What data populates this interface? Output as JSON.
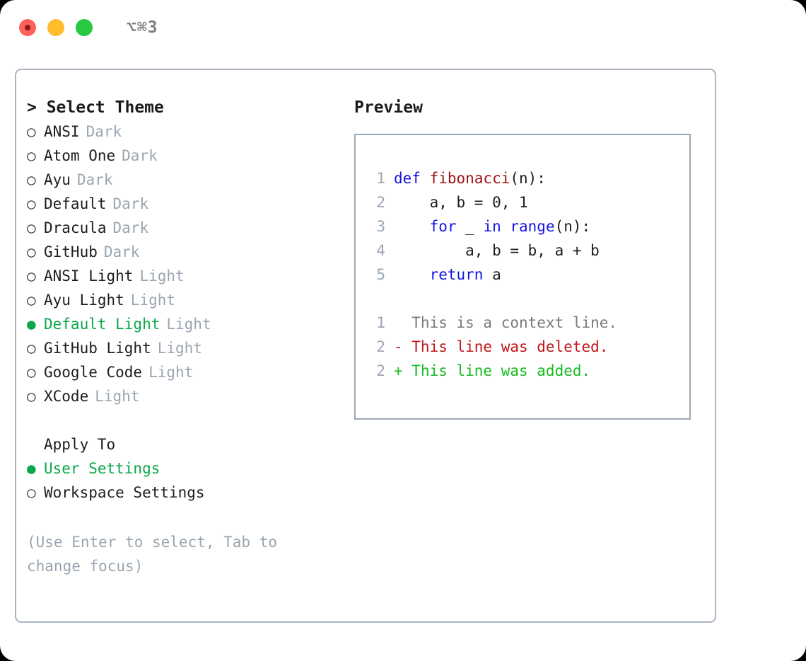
{
  "titlebar": {
    "shortcut": "⌥⌘3",
    "buttons": [
      {
        "name": "close",
        "color": "#ff6059"
      },
      {
        "name": "minimize",
        "color": "#ffbd2e"
      },
      {
        "name": "maximize",
        "color": "#28c840"
      }
    ]
  },
  "theme_panel": {
    "header": "> Select Theme",
    "marker_selected": "●",
    "marker_unselected": "○",
    "accent_color": "#0aa84a",
    "items": [
      {
        "name": "ANSI",
        "kind": "Dark",
        "selected": false
      },
      {
        "name": "Atom One",
        "kind": "Dark",
        "selected": false
      },
      {
        "name": "Ayu",
        "kind": "Dark",
        "selected": false
      },
      {
        "name": "Default",
        "kind": "Dark",
        "selected": false
      },
      {
        "name": "Dracula",
        "kind": "Dark",
        "selected": false
      },
      {
        "name": "GitHub",
        "kind": "Dark",
        "selected": false
      },
      {
        "name": "ANSI Light",
        "kind": "Light",
        "selected": false
      },
      {
        "name": "Ayu Light",
        "kind": "Light",
        "selected": false
      },
      {
        "name": "Default Light",
        "kind": "Light",
        "selected": true
      },
      {
        "name": "GitHub Light",
        "kind": "Light",
        "selected": false
      },
      {
        "name": "Google Code",
        "kind": "Light",
        "selected": false
      },
      {
        "name": "XCode",
        "kind": "Light",
        "selected": false
      }
    ]
  },
  "apply_to": {
    "header": "Apply To",
    "options": [
      {
        "name": "User Settings",
        "selected": true
      },
      {
        "name": "Workspace Settings",
        "selected": false
      }
    ]
  },
  "hint": "(Use Enter to select, Tab to change focus)",
  "preview": {
    "title": "Preview",
    "code_lines": [
      {
        "no": "1",
        "tokens": [
          {
            "t": "def ",
            "c": "kw"
          },
          {
            "t": "fibonacci",
            "c": "fn"
          },
          {
            "t": "(n):",
            "c": "plain"
          }
        ]
      },
      {
        "no": "2",
        "tokens": [
          {
            "t": "    a, b = 0, 1",
            "c": "plain"
          }
        ]
      },
      {
        "no": "3",
        "tokens": [
          {
            "t": "    ",
            "c": "plain"
          },
          {
            "t": "for",
            "c": "kw"
          },
          {
            "t": " _ ",
            "c": "plain"
          },
          {
            "t": "in range",
            "c": "kw"
          },
          {
            "t": "(n):",
            "c": "plain"
          }
        ]
      },
      {
        "no": "4",
        "tokens": [
          {
            "t": "        a, b = b, a + b",
            "c": "plain"
          }
        ]
      },
      {
        "no": "5",
        "tokens": [
          {
            "t": "    ",
            "c": "plain"
          },
          {
            "t": "return",
            "c": "kw"
          },
          {
            "t": " a",
            "c": "plain"
          }
        ]
      }
    ],
    "diff_lines": [
      {
        "no": "1",
        "text": "  This is a context line.",
        "kind": "context"
      },
      {
        "no": "2",
        "text": "- This line was deleted.",
        "kind": "del"
      },
      {
        "no": "2",
        "text": "+ This line was added.",
        "kind": "add"
      }
    ],
    "diff_colors": {
      "context": "#7a7a7a",
      "del": "#c0161a",
      "add": "#16bb22"
    }
  }
}
